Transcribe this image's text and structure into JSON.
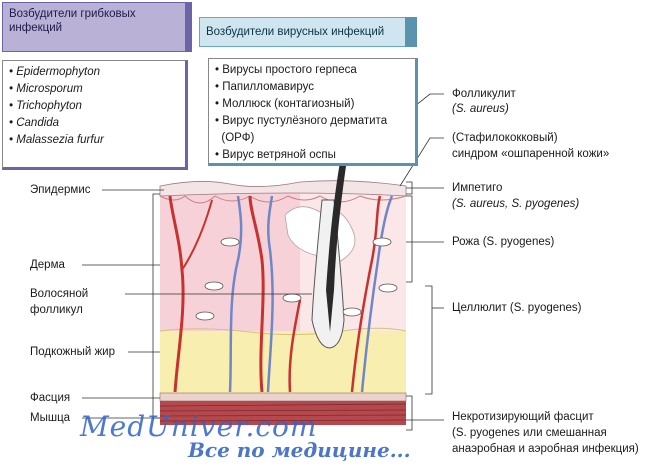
{
  "fungal": {
    "title": "Возбудители грибковых инфекций",
    "items": [
      "Epidermophyton",
      "Microsporum",
      "Trichophyton",
      "Candida",
      "Malassezia furfur"
    ]
  },
  "viral": {
    "title": "Возбудители вирусных инфекций",
    "items": [
      "Вирусы простого герпеса",
      "Папилломавирус",
      "Моллюск (контагиозный)",
      "Вирус пустулёзного дерматита",
      "(ОРФ)",
      "Вирус ветряной оспы"
    ]
  },
  "left_labels": {
    "epidermis": "Эпидермис",
    "dermis": "Дерма",
    "follicle_1": "Волосяной",
    "follicle_2": "фолликул",
    "subcutaneous": "Подкожный жир",
    "fascia": "Фасция",
    "muscle": "Мышца"
  },
  "right_labels": {
    "folliculitis_1": "Фолликулит",
    "folliculitis_2": "(S. aureus)",
    "ssss_1": "(Стафилококковый)",
    "ssss_2": "синдром «ошпаренной кожи»",
    "impetigo_1": "Импетиго",
    "impetigo_2": "(S. aureus, S. pyogenes)",
    "erysipelas": "Рожа (S. pyogenes)",
    "cellulitis": "Целлюлит (S. pyogenes)",
    "nf_1": "Некротизирующий фасцит",
    "nf_2": "(S. pyogenes или смешанная",
    "nf_3": "анаэробная и аэробная инфекция)"
  },
  "watermark": {
    "line1": "MedUniver.com",
    "line2": "Все по медицине..."
  },
  "colors": {
    "fungal_header": "#b9b2d6",
    "viral_header": "#cfe6f0",
    "dermis": "#f6d2d8",
    "fat": "#f8eeb0",
    "muscle": "#b5484c",
    "artery": "#c8322e",
    "vein": "#6f86c8"
  }
}
